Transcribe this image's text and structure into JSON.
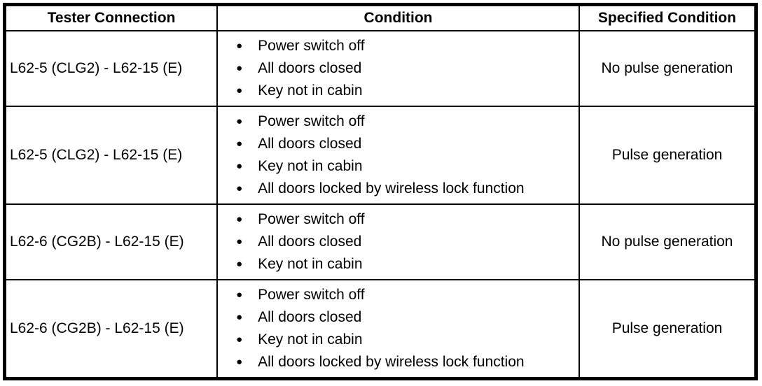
{
  "table": {
    "headers": [
      "Tester Connection",
      "Condition",
      "Specified Condition"
    ],
    "rows": [
      {
        "tester_connection": "L62-5 (CLG2) - L62-15 (E)",
        "conditions": [
          "Power switch off",
          "All doors closed",
          "Key not in cabin"
        ],
        "specified_condition": "No pulse generation"
      },
      {
        "tester_connection": "L62-5 (CLG2) - L62-15 (E)",
        "conditions": [
          "Power switch off",
          "All doors closed",
          "Key not in cabin",
          "All doors locked by wireless lock function"
        ],
        "specified_condition": "Pulse generation"
      },
      {
        "tester_connection": "L62-6 (CG2B) - L62-15 (E)",
        "conditions": [
          "Power switch off",
          "All doors closed",
          "Key not in cabin"
        ],
        "specified_condition": "No pulse generation"
      },
      {
        "tester_connection": "L62-6 (CG2B) - L62-15 (E)",
        "conditions": [
          "Power switch off",
          "All doors closed",
          "Key not in cabin",
          "All doors locked by wireless lock function"
        ],
        "specified_condition": "Pulse generation"
      }
    ],
    "bullet_glyph": "●",
    "colors": {
      "border": "#000000",
      "background": "#ffffff",
      "text": "#000000"
    }
  }
}
